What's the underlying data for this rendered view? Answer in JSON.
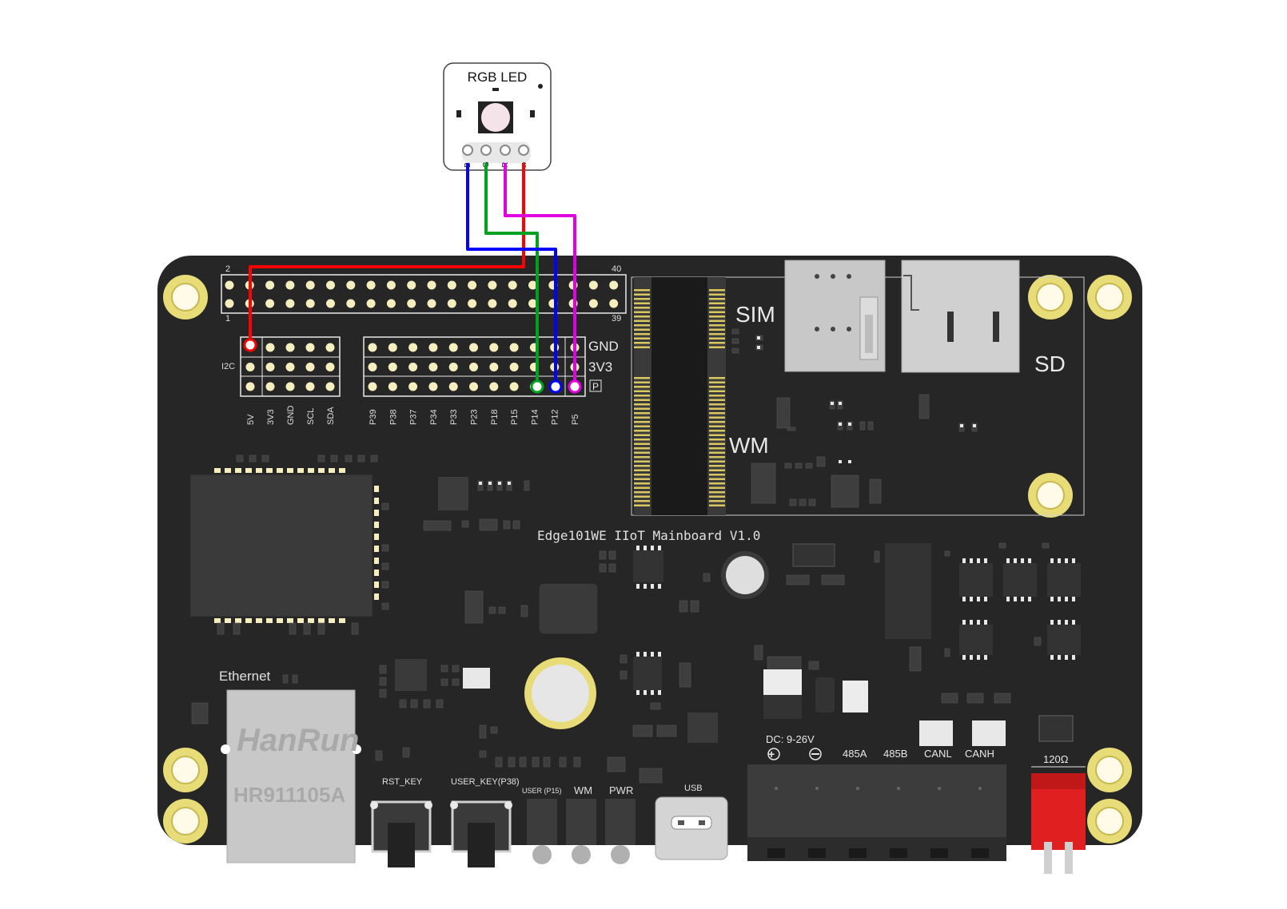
{
  "led_module": {
    "title": "RGB LED",
    "pins": [
      "B",
      "G",
      "R",
      "5v"
    ]
  },
  "board": {
    "title": "Edge101WE IIoT Mainboard V1.0",
    "header_numbers": {
      "top_left": "2",
      "top_right": "40",
      "bottom_left": "1",
      "bottom_right": "39"
    },
    "i2c_label": "I2C",
    "power_labels": [
      "5V",
      "3V3",
      "GND",
      "SCL",
      "SDA"
    ],
    "gpio_labels": [
      "P39",
      "P38",
      "P37",
      "P34",
      "P33",
      "P23",
      "P18",
      "P15",
      "P14",
      "P12",
      "P5"
    ],
    "rail_labels": {
      "gnd": "GND",
      "v33": "3V3",
      "p": "P"
    },
    "slot_labels": {
      "sim": "SIM",
      "sd": "SD",
      "wm": "WM"
    },
    "ethernet": {
      "label": "Ethernet",
      "brand": "HanRun",
      "model": "HR911105A"
    },
    "buttons": {
      "rst": "RST_KEY",
      "user": "USER_KEY(P38)"
    },
    "leds": {
      "user": "USER (P15)",
      "wm": "WM",
      "pwr": "PWR"
    },
    "usb_label": "USB",
    "terminal": {
      "dc": "DC: 9-26V",
      "labels": [
        "485A",
        "485B",
        "CANL",
        "CANH"
      ]
    },
    "resistor_label": "120Ω"
  },
  "wires": [
    {
      "name": "red",
      "color": "#ff0000",
      "from": "5v",
      "to": "5V"
    },
    {
      "name": "green",
      "color": "#00a020",
      "from": "G",
      "to": "P14"
    },
    {
      "name": "blue",
      "color": "#0000ff",
      "from": "B",
      "to": "P12"
    },
    {
      "name": "magenta",
      "color": "#e000e0",
      "from": "R",
      "to": "P5"
    }
  ],
  "colors": {
    "board": "#262626",
    "pad": "#f5efc0",
    "gold": "#d8c860",
    "mount": "#e8dc78"
  }
}
